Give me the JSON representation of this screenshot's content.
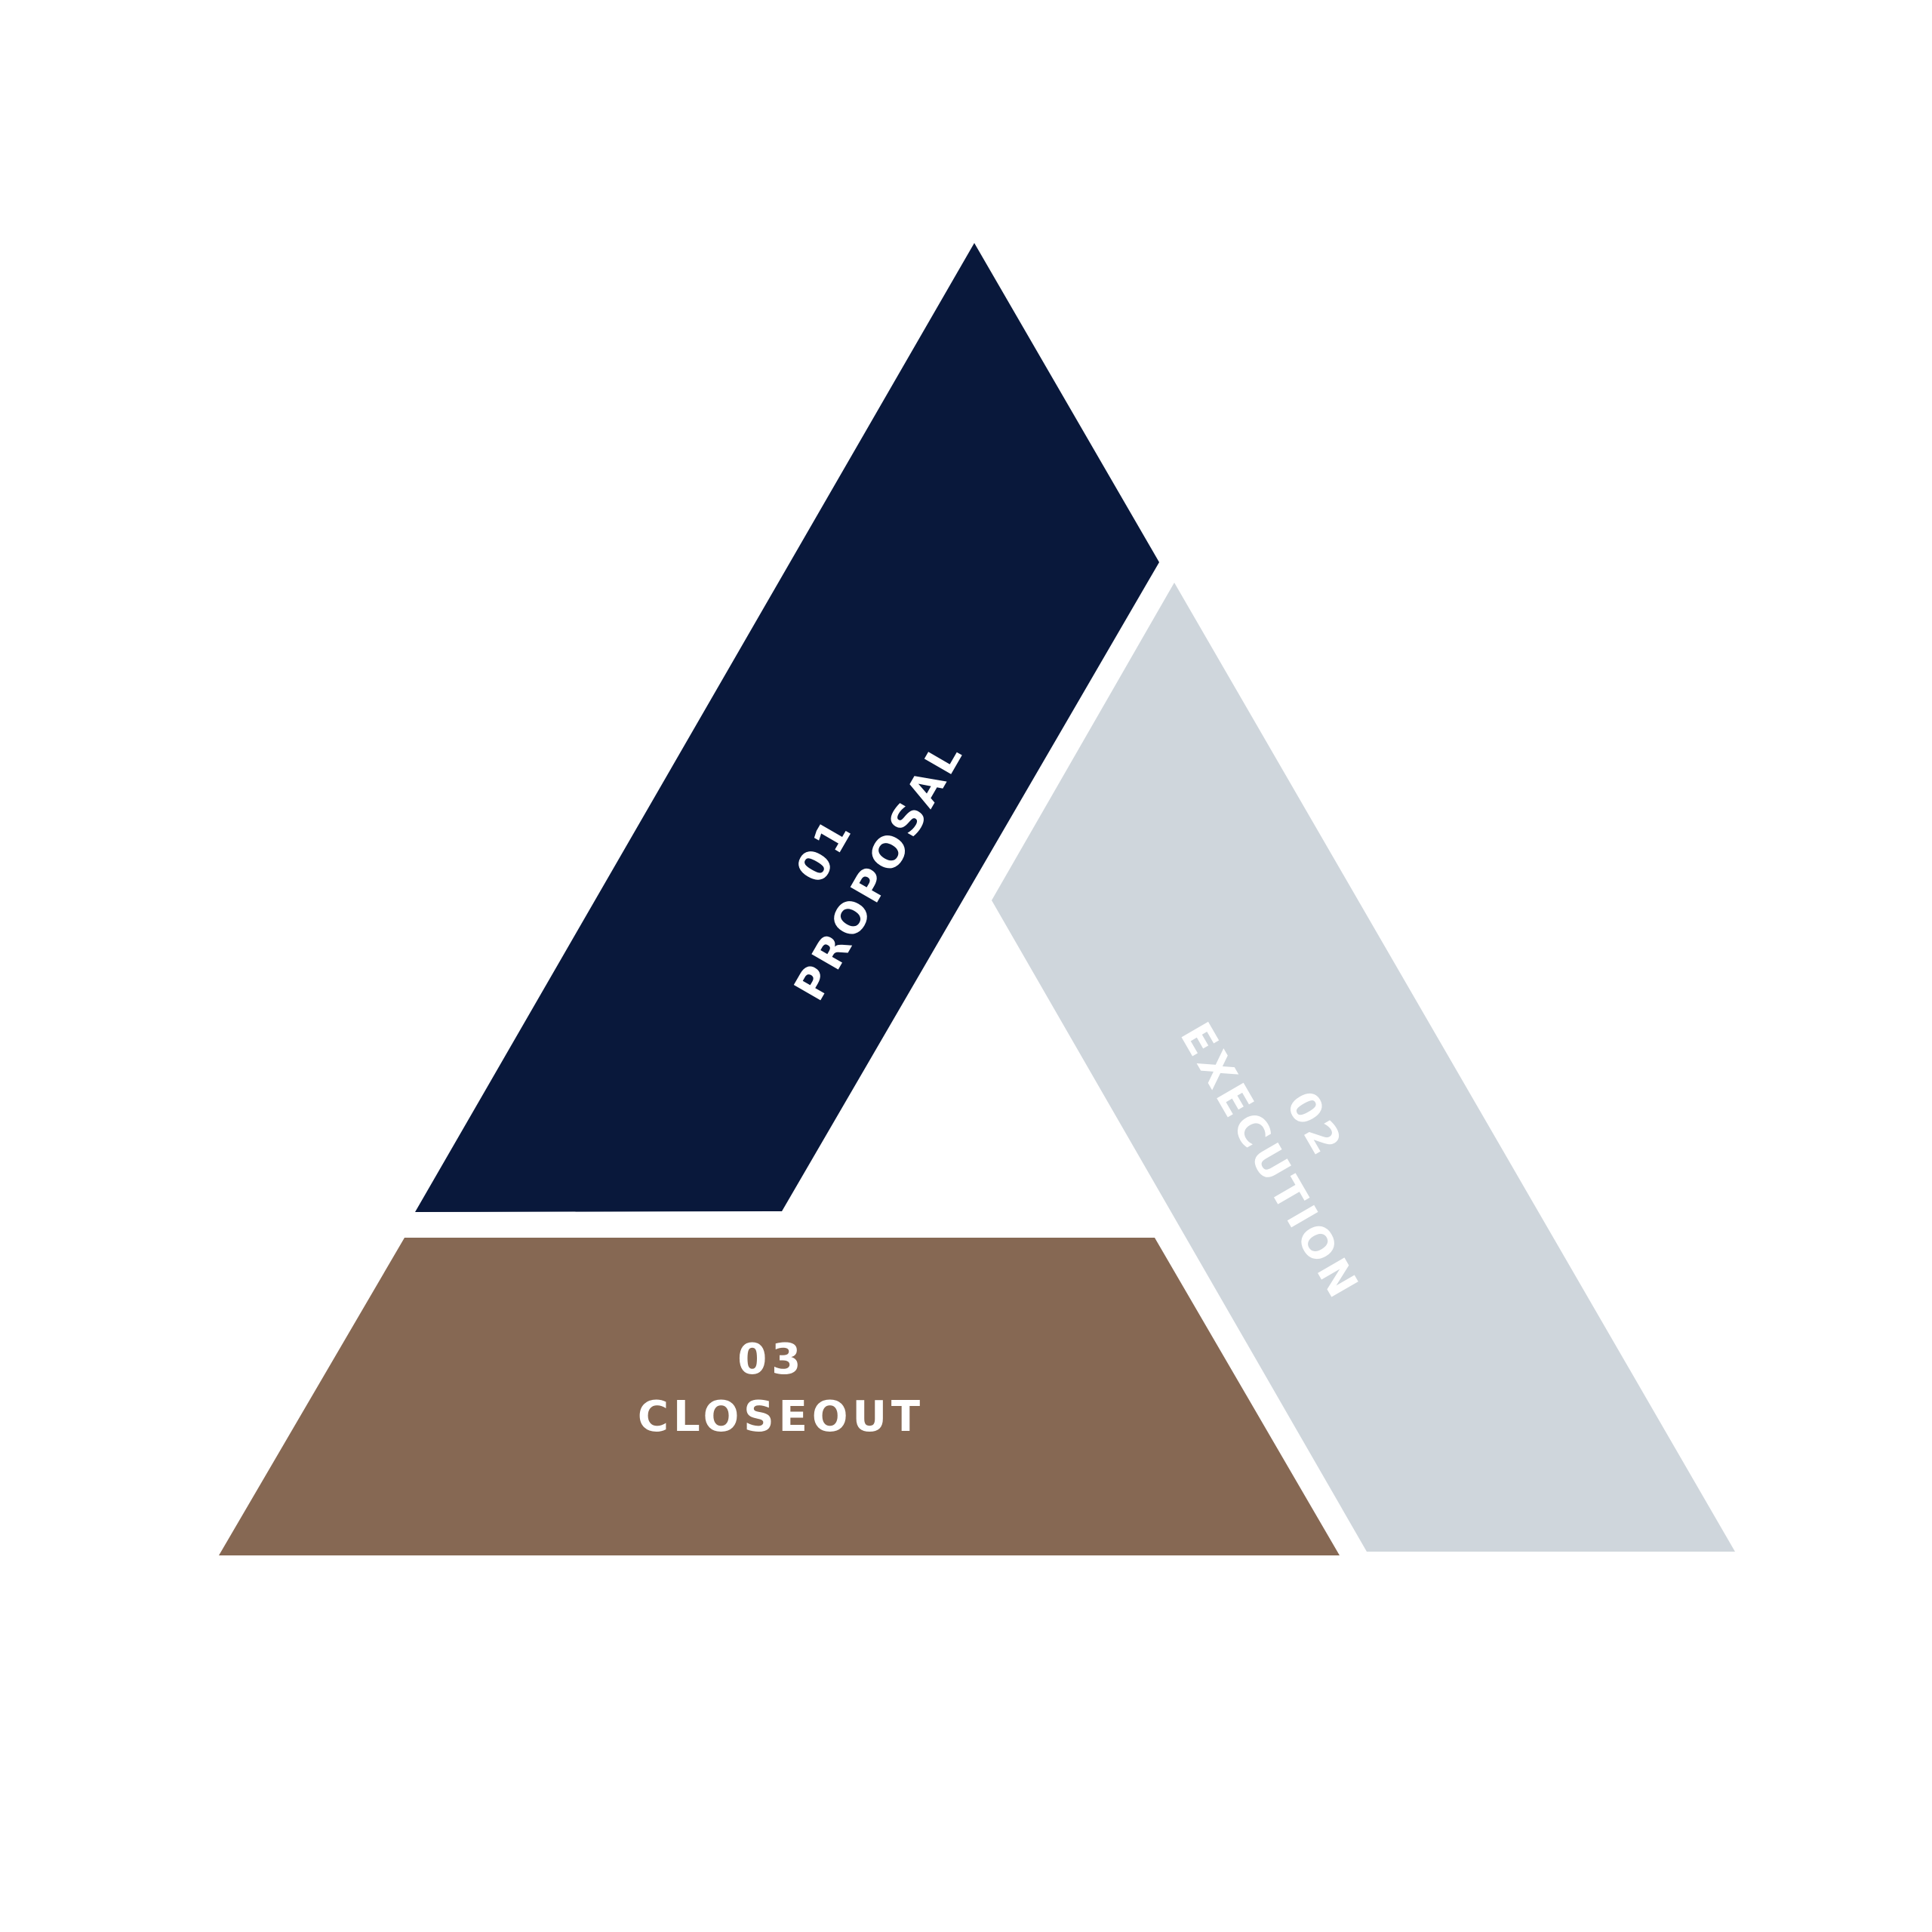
{
  "diagram": {
    "segments": [
      {
        "number": "01",
        "name": "PROPOSAL",
        "color": "#09183B",
        "text_color": "#FFFFFF"
      },
      {
        "number": "02",
        "name": "EXECUTION",
        "color": "#CFD6DC",
        "text_color": "#FFFFFF"
      },
      {
        "number": "03",
        "name": "CLOSEOUT",
        "color": "#866853",
        "text_color": "#FFFFFF"
      }
    ],
    "background": "#FFFFFF"
  }
}
